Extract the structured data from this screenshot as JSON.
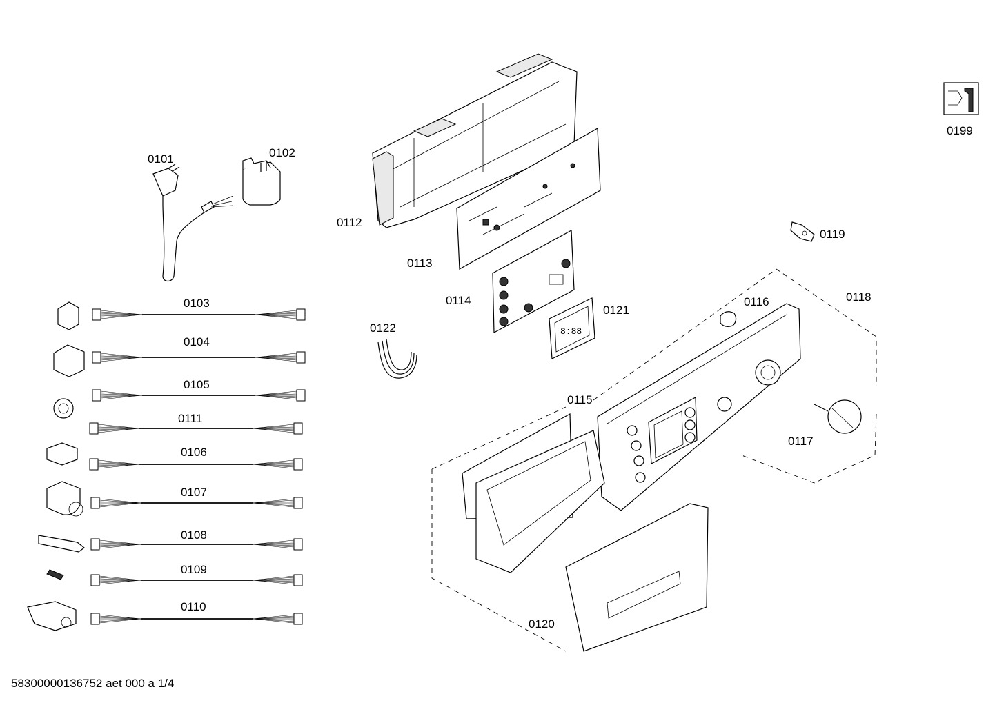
{
  "labels": {
    "p0101": "0101",
    "p0102": "0102",
    "p0103": "0103",
    "p0104": "0104",
    "p0105": "0105",
    "p0106": "0106",
    "p0107": "0107",
    "p0108": "0108",
    "p0109": "0109",
    "p0110": "0110",
    "p0111": "0111",
    "p0112": "0112",
    "p0113": "0113",
    "p0114": "0114",
    "p0115": "0115",
    "p0116": "0116",
    "p0117": "0117",
    "p0118": "0118",
    "p0119": "0119",
    "p0120": "0120",
    "p0121": "0121",
    "p0122": "0122",
    "p0199": "0199"
  },
  "display_readout": "8:88",
  "footer": "58300000136752 aet 000 a 1/4",
  "icons": {
    "p0199": "tools-wrench-icon"
  }
}
